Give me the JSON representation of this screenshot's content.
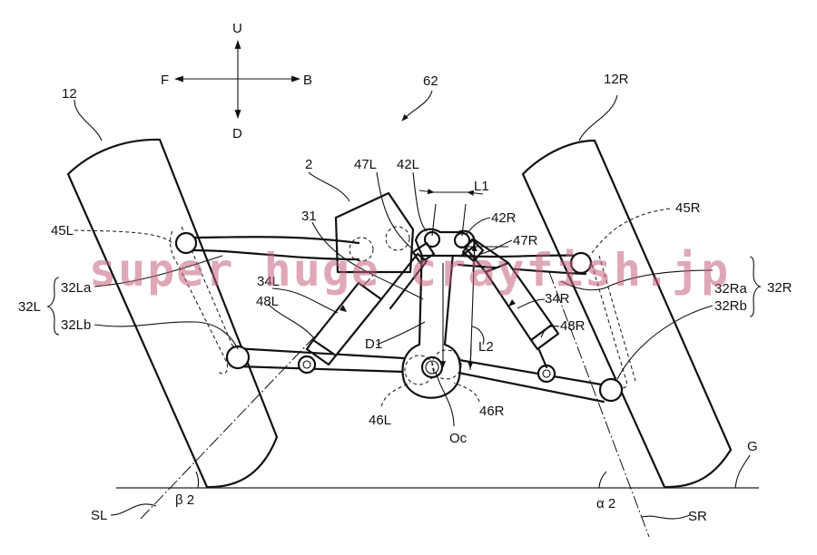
{
  "figure": {
    "title": "Vehicle suspension front view (patent drawing)",
    "reference_numeral": "62",
    "watermark": "super huge crayfish.jp"
  },
  "direction_indicator": {
    "up": "U",
    "down": "D",
    "forward": "F",
    "backward": "B"
  },
  "labels": {
    "wheel_left": "12",
    "wheel_right": "12R",
    "body_frame": "2",
    "rocker_link": "31",
    "assembly": "62",
    "pivot_47L": "47L",
    "pivot_42L": "42L",
    "pivot_42R": "42R",
    "pivot_47R": "47R",
    "dim_L1": "L1",
    "dim_L2": "L2",
    "dim_D1": "D1",
    "knuckle_45L": "45L",
    "knuckle_45R": "45R",
    "arm_group_left": "32L",
    "arm_upper_left": "32La",
    "arm_lower_left": "32Lb",
    "arm_group_right": "32R",
    "arm_upper_right": "32Ra",
    "arm_lower_right": "32Rb",
    "shock_34L": "34L",
    "shock_34R": "34R",
    "shock_48L": "48L",
    "shock_48R": "48R",
    "bushing_46L": "46L",
    "bushing_46R": "46R",
    "center_Oc": "Oc",
    "axis_SL": "SL",
    "axis_SR": "SR",
    "ground_G": "G",
    "angle_beta2": "β 2",
    "angle_alpha2": "α 2"
  },
  "colors": {
    "line": "#111111",
    "background": "#ffffff",
    "watermark": "#c4607a"
  }
}
